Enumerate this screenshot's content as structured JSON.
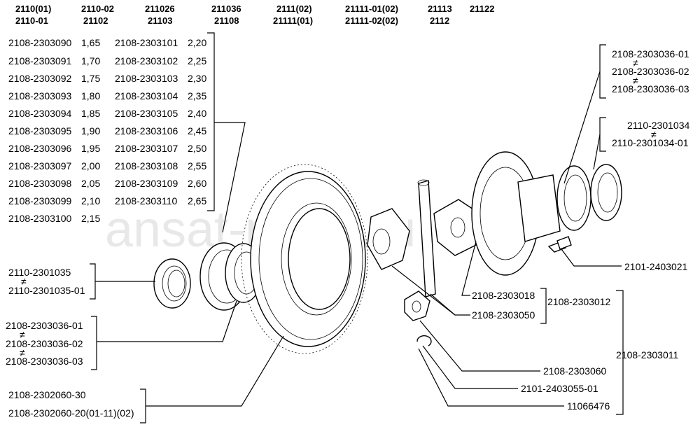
{
  "watermark": "ansat-parts.ru",
  "header": {
    "models_row1": [
      "2110(01)",
      "2110-02",
      "211026",
      "211036",
      "2111(02)",
      "21111-01(02)",
      "21113",
      "21122"
    ],
    "models_row2": [
      "2110-01",
      "21102",
      "21103",
      "21108",
      "21111(01)",
      "21111-02(02)",
      "2112"
    ]
  },
  "shim_table": {
    "left": [
      {
        "part": "2108-2303090",
        "size": "1,65"
      },
      {
        "part": "2108-2303091",
        "size": "1,70"
      },
      {
        "part": "2108-2303092",
        "size": "1,75"
      },
      {
        "part": "2108-2303093",
        "size": "1,80"
      },
      {
        "part": "2108-2303094",
        "size": "1,85"
      },
      {
        "part": "2108-2303095",
        "size": "1,90"
      },
      {
        "part": "2108-2303096",
        "size": "1,95"
      },
      {
        "part": "2108-2303097",
        "size": "2,00"
      },
      {
        "part": "2108-2303098",
        "size": "2,05"
      },
      {
        "part": "2108-2303099",
        "size": "2,10"
      },
      {
        "part": "2108-2303100",
        "size": "2,15"
      }
    ],
    "right": [
      {
        "part": "2108-2303101",
        "size": "2,20"
      },
      {
        "part": "2108-2303102",
        "size": "2,25"
      },
      {
        "part": "2108-2303103",
        "size": "2,30"
      },
      {
        "part": "2108-2303104",
        "size": "2,35"
      },
      {
        "part": "2108-2303105",
        "size": "2,40"
      },
      {
        "part": "2108-2303106",
        "size": "2,45"
      },
      {
        "part": "2108-2303107",
        "size": "2,50"
      },
      {
        "part": "2108-2303108",
        "size": "2,55"
      },
      {
        "part": "2108-2303109",
        "size": "2,60"
      },
      {
        "part": "2108-2303110",
        "size": "2,65"
      }
    ]
  },
  "labels": {
    "seal_left_a": "2110-2301035",
    "seal_left_b": "2110-2301035-01",
    "bearing_left_a": "2108-2303036-01",
    "bearing_left_b": "2108-2303036-02",
    "bearing_left_c": "2108-2303036-03",
    "ring_gear_a": "2108-2302060-30",
    "ring_gear_b": "2108-2302060-20(01-11)(02)",
    "bearing_right_a": "2108-2303036-01",
    "bearing_right_b": "2108-2303036-02",
    "bearing_right_c": "2108-2303036-03",
    "seal_right_a": "2110-2301034",
    "seal_right_b": "2110-2301034-01",
    "bolt": "2101-2403021",
    "shaft": "2108-2303018",
    "side_gear": "2108-2303050",
    "housing": "2108-2303012",
    "assembly": "2108-2303011",
    "pinion": "2108-2303060",
    "washer": "2101-2403055-01",
    "circlip": "11066476"
  },
  "alt_symbol": "≠"
}
